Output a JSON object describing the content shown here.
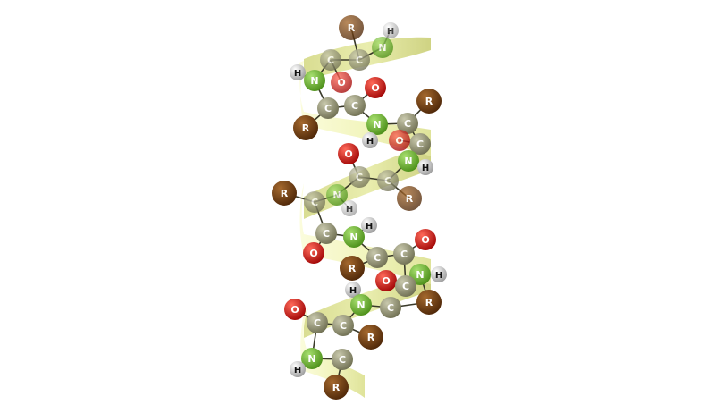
{
  "colors": {
    "background": "#ffffff",
    "ribbon_light": "#f5f7c4",
    "ribbon_mid": "#e6ea9e",
    "ribbon_dark": "#c9ce78",
    "bond": "#3a3a2a",
    "carbon": "#8a8a6a",
    "nitrogen": "#6db82e",
    "oxygen": "#cc1010",
    "hydrogen": "#c8c8c8",
    "r_group": "#6b3a12",
    "label": "#ffffff"
  },
  "labels": {
    "carbon": "C",
    "nitrogen": "N",
    "oxygen": "O",
    "hydrogen": "H",
    "r_group": "R"
  },
  "atoms": [
    {
      "el": "r_group",
      "depth": "back"
    },
    {
      "el": "hydrogen",
      "depth": "back"
    },
    {
      "el": "nitrogen",
      "depth": "back"
    },
    {
      "el": "carbon",
      "depth": "back"
    },
    {
      "el": "carbon",
      "depth": "back"
    },
    {
      "el": "hydrogen",
      "depth": "front"
    },
    {
      "el": "nitrogen",
      "depth": "front"
    },
    {
      "el": "oxygen",
      "depth": "back"
    },
    {
      "el": "oxygen",
      "depth": "front"
    },
    {
      "el": "carbon",
      "depth": "front"
    },
    {
      "el": "carbon",
      "depth": "front"
    },
    {
      "el": "r_group",
      "depth": "front"
    },
    {
      "el": "r_group",
      "depth": "front"
    },
    {
      "el": "nitrogen",
      "depth": "front"
    },
    {
      "el": "carbon",
      "depth": "front"
    },
    {
      "el": "carbon",
      "depth": "front"
    },
    {
      "el": "hydrogen",
      "depth": "front"
    },
    {
      "el": "oxygen",
      "depth": "back"
    },
    {
      "el": "nitrogen",
      "depth": "front"
    },
    {
      "el": "hydrogen",
      "depth": "front"
    },
    {
      "el": "oxygen",
      "depth": "front"
    },
    {
      "el": "carbon",
      "depth": "back"
    },
    {
      "el": "carbon",
      "depth": "back"
    },
    {
      "el": "r_group",
      "depth": "back"
    },
    {
      "el": "r_group",
      "depth": "front"
    },
    {
      "el": "nitrogen",
      "depth": "back"
    },
    {
      "el": "hydrogen",
      "depth": "back"
    },
    {
      "el": "carbon",
      "depth": "back"
    },
    {
      "el": "carbon",
      "depth": "front"
    },
    {
      "el": "hydrogen",
      "depth": "front"
    },
    {
      "el": "oxygen",
      "depth": "front"
    },
    {
      "el": "nitrogen",
      "depth": "front"
    },
    {
      "el": "carbon",
      "depth": "front"
    },
    {
      "el": "carbon",
      "depth": "front"
    },
    {
      "el": "oxygen",
      "depth": "front"
    },
    {
      "el": "r_group",
      "depth": "front"
    },
    {
      "el": "oxygen",
      "depth": "front"
    },
    {
      "el": "nitrogen",
      "depth": "front"
    },
    {
      "el": "hydrogen",
      "depth": "front"
    },
    {
      "el": "carbon",
      "depth": "front"
    },
    {
      "el": "hydrogen",
      "depth": "front"
    },
    {
      "el": "r_group",
      "depth": "front"
    },
    {
      "el": "nitrogen",
      "depth": "front"
    },
    {
      "el": "carbon",
      "depth": "front"
    },
    {
      "el": "oxygen",
      "depth": "front"
    },
    {
      "el": "carbon",
      "depth": "front"
    },
    {
      "el": "carbon",
      "depth": "front"
    },
    {
      "el": "r_group",
      "depth": "front"
    },
    {
      "el": "nitrogen",
      "depth": "front"
    },
    {
      "el": "carbon",
      "depth": "front"
    },
    {
      "el": "hydrogen",
      "depth": "front"
    },
    {
      "el": "r_group",
      "depth": "front"
    }
  ]
}
